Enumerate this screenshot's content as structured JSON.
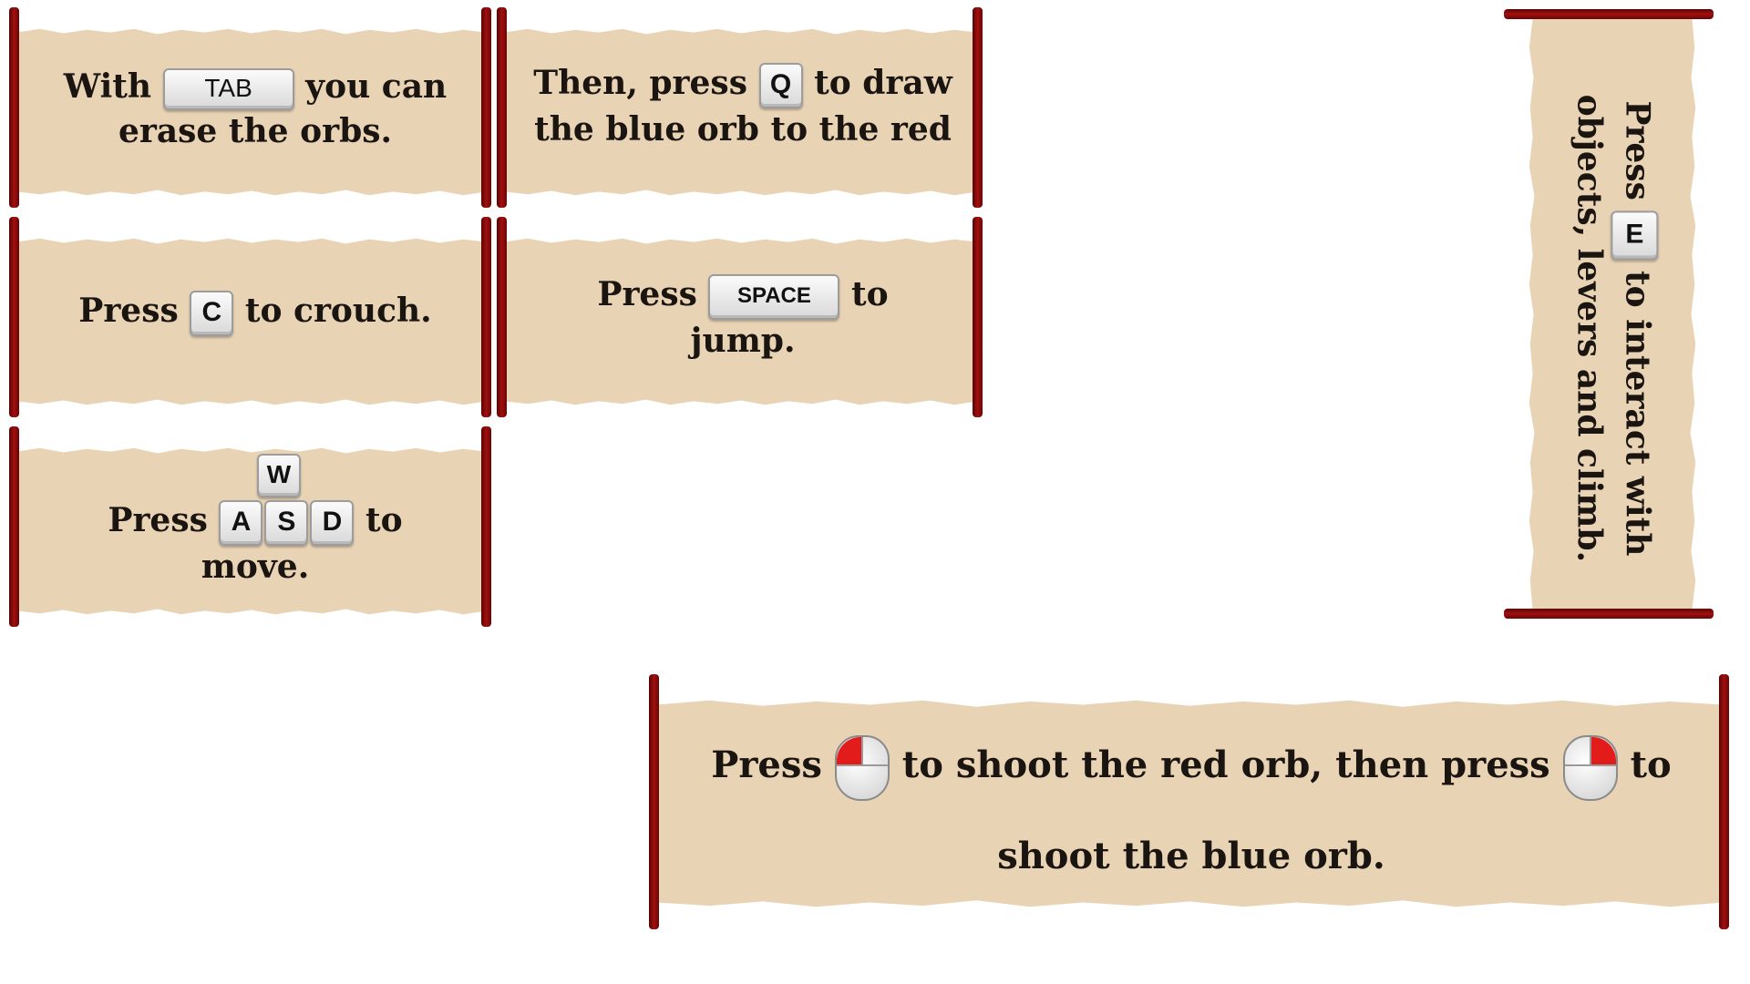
{
  "colors": {
    "paper": "#e9d3b5",
    "rod": "#8b0a0a",
    "text": "#1a1510",
    "mouse_active": "#e21b1b"
  },
  "scroll_tab": {
    "line1_pre": "With",
    "key": "TAB",
    "line1_post": "you can",
    "line2": "erase the orbs."
  },
  "scroll_q": {
    "line1_pre": "Then, press",
    "key": "Q",
    "line1_post": "to draw",
    "line2": "the blue orb to the red"
  },
  "scroll_c": {
    "pre": "Press",
    "key": "C",
    "post": "to crouch."
  },
  "scroll_space": {
    "pre": "Press",
    "key": "SPACE",
    "post": "to",
    "line2": "jump."
  },
  "scroll_wasd": {
    "pre": "Press",
    "keys": {
      "w": "W",
      "a": "A",
      "s": "S",
      "d": "D"
    },
    "post": "to",
    "line2": "move."
  },
  "scroll_e": {
    "pre": "Press",
    "key": "E",
    "post": "to interact with",
    "line2": "objects, levers and climb."
  },
  "scroll_mouse": {
    "pre": "Press",
    "mid": "to shoot the red orb, then press",
    "post": "to",
    "line2": "shoot the blue orb.",
    "icons": [
      "mouse-left-click-icon",
      "mouse-right-click-icon"
    ]
  }
}
